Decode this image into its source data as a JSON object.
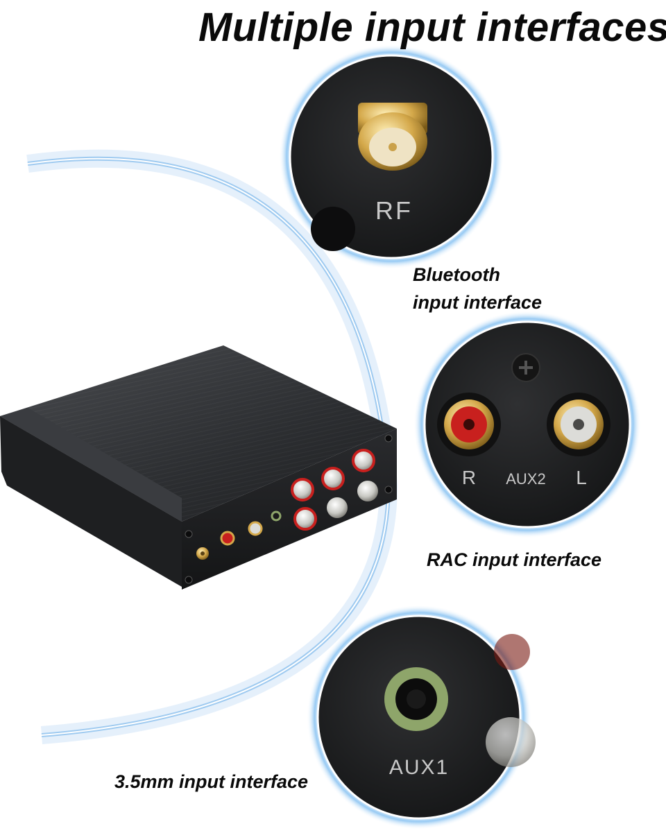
{
  "page_title": "Multiple input interfaces",
  "captions": {
    "bluetooth_line1": "Bluetooth",
    "bluetooth_line2": "input interface",
    "rca": "RAC input interface",
    "jack35": "3.5mm input interface"
  },
  "panel_labels": {
    "rf": "RF",
    "aux2": "AUX2",
    "right": "R",
    "left": "L",
    "aux1": "AUX1"
  },
  "colors": {
    "background": "#ffffff",
    "glow": "#6aaee8",
    "device_body": "#2a2b2e",
    "gold": "#d4a84a",
    "rca_red": "#c8201e",
    "rca_white": "#dcdcd8",
    "jack_green": "#8ea56a"
  },
  "icons": [
    "rf-sma-connector-icon",
    "rca-jack-icon",
    "screw-icon",
    "audio-jack-icon"
  ]
}
